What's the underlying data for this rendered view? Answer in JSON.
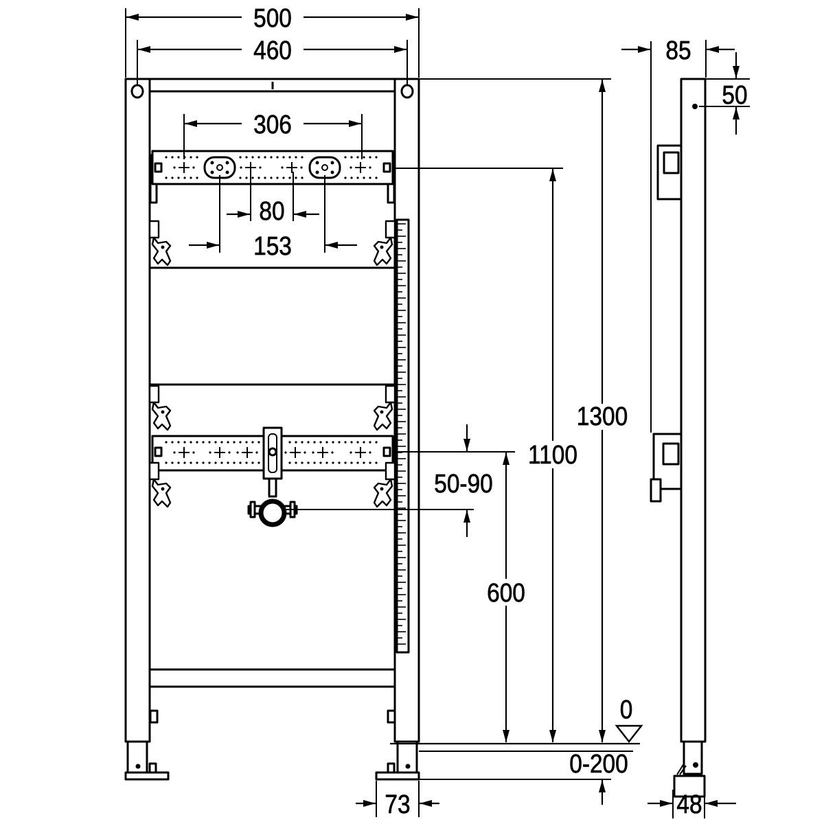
{
  "colors": {
    "line": "#000000",
    "background": "#ffffff"
  },
  "front_view": {
    "dimensions": {
      "overall_width": "500",
      "hole_spacing": "460",
      "plate_spacing": "306",
      "inner_gap": "80",
      "outer_gap": "153",
      "overall_height": "1300",
      "upper_plate_height": "1100",
      "lower_plate_height": "600",
      "clamp_offset": "50-90",
      "floor_level": "0",
      "foot_adjustment": "0-200",
      "foot_width": "73"
    }
  },
  "side_view": {
    "dimensions": {
      "depth": "85",
      "hole_offset": "50",
      "foot_depth": "48"
    }
  }
}
